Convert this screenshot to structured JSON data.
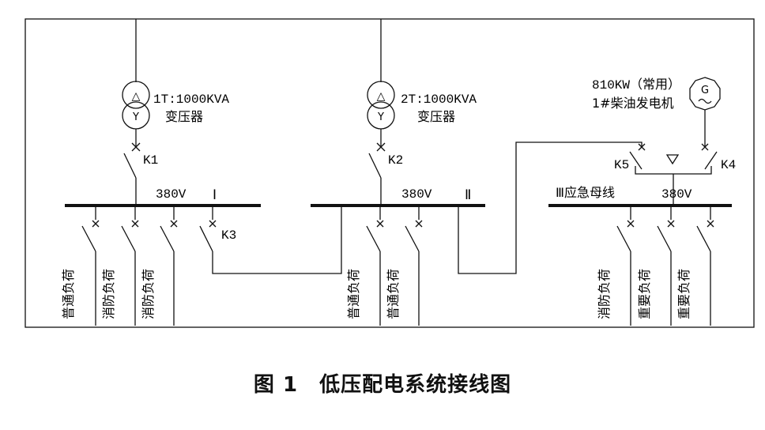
{
  "transformers": [
    {
      "label": "1T:1000KVA",
      "sub": "变压器"
    },
    {
      "label": "2T:1000KVA",
      "sub": "变压器"
    }
  ],
  "generator": {
    "label": "810KW（常用）",
    "sub": "1#柴油发电机",
    "symbol": "G"
  },
  "switches": {
    "k1": "K1",
    "k2": "K2",
    "k3": "K3",
    "k4": "K4",
    "k5": "K5"
  },
  "buses": [
    {
      "voltage": "380V",
      "roman": "Ⅰ"
    },
    {
      "voltage": "380V",
      "roman": "Ⅱ"
    },
    {
      "voltage": "380V",
      "name": "Ⅲ应急母线"
    }
  ],
  "transformer_marks": {
    "delta": "△",
    "wye": "Y"
  },
  "loads": {
    "bus1": [
      "普通负荷",
      "消防负荷",
      "消防负荷"
    ],
    "bus2": [
      "普通负荷",
      "普通负荷"
    ],
    "bus3": [
      "消防负荷",
      "重要负荷",
      "重要负荷"
    ]
  },
  "caption": "图 1　低压配电系统接线图"
}
